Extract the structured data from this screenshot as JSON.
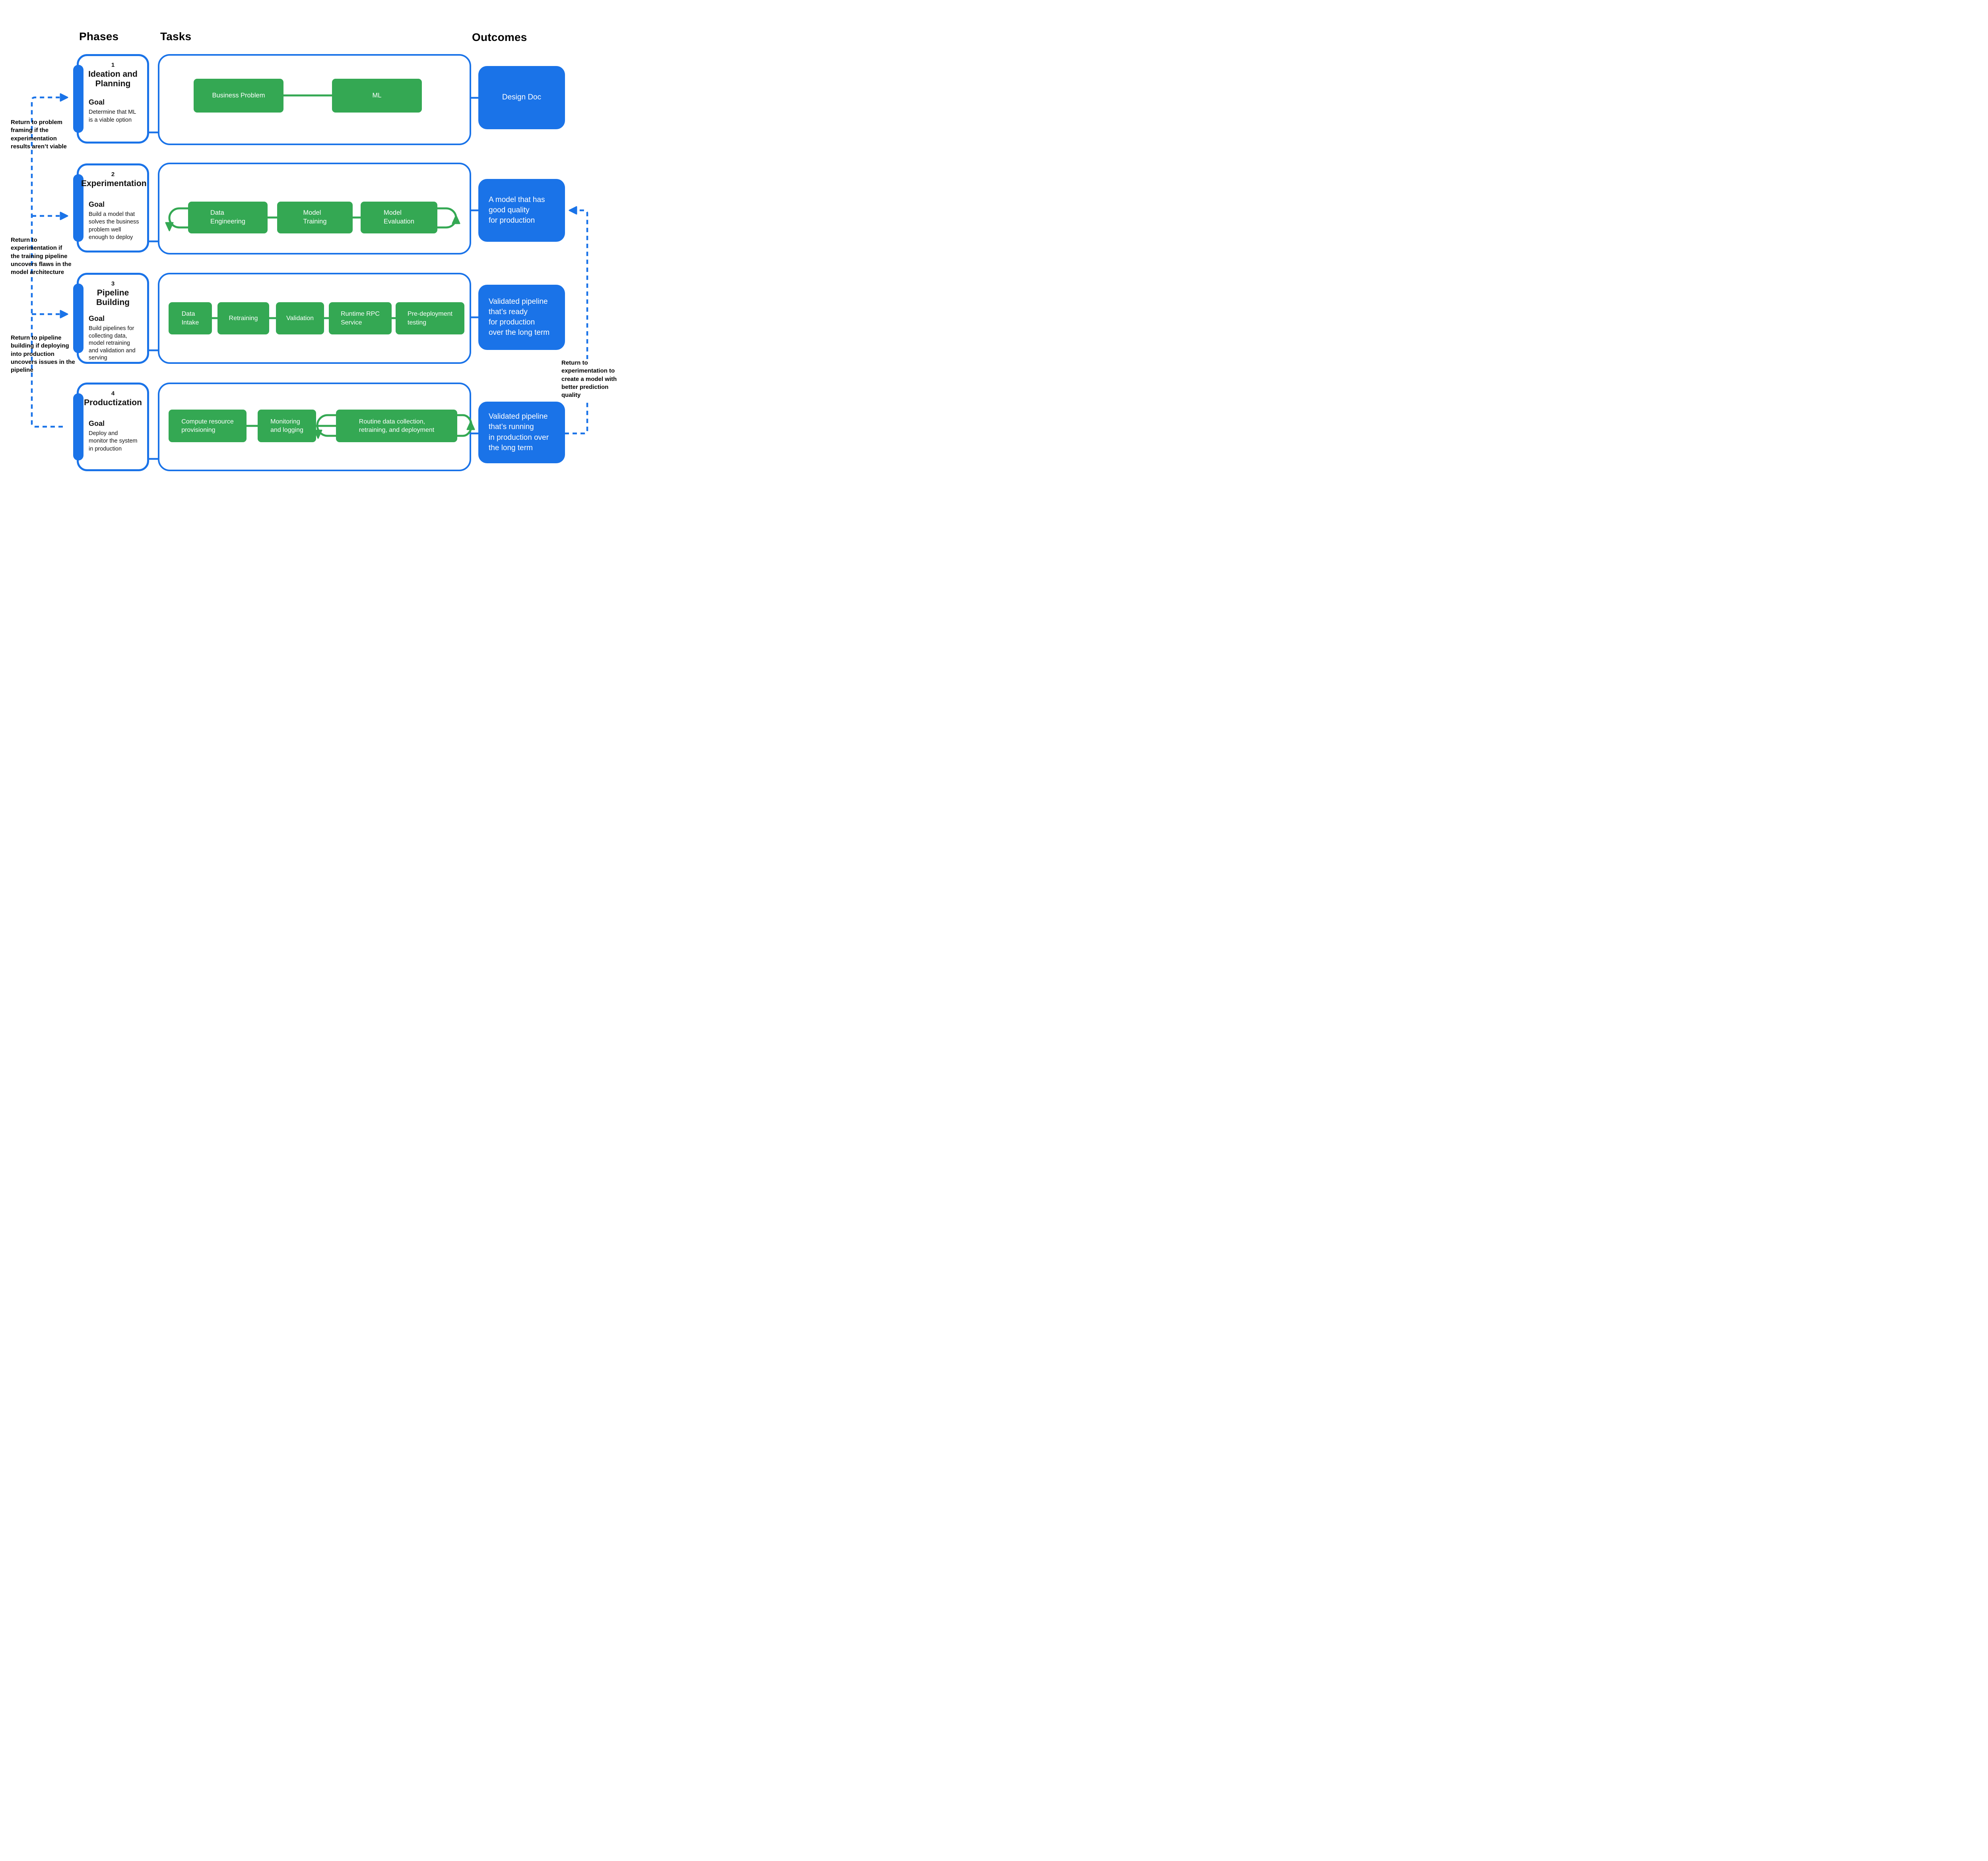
{
  "colors": {
    "blue": "#1a73e8",
    "green": "#34a853",
    "background": "#ffffff",
    "text": "#000000"
  },
  "headers": {
    "phases": "Phases",
    "tasks": "Tasks",
    "outcomes": "Outcomes"
  },
  "phases": [
    {
      "number": "1",
      "title": "Ideation and\nPlanning",
      "goal_label": "Goal",
      "goal_text": "Determine that ML\nis a viable option",
      "tasks": [
        "Business Problem",
        "ML"
      ],
      "outcome": "Design Doc"
    },
    {
      "number": "2",
      "title": "Experimentation",
      "goal_label": "Goal",
      "goal_text": "Build a model that\nsolves the business\nproblem well\nenough to deploy",
      "tasks": [
        "Data\nEngineering",
        "Model\nTraining",
        "Model\nEvaluation"
      ],
      "outcome": "A model that has\ngood quality\nfor production"
    },
    {
      "number": "3",
      "title": "Pipeline Building",
      "goal_label": "Goal",
      "goal_text": "Build pipelines for\ncollecting data,\nmodel retraining\nand validation and\nserving",
      "tasks": [
        "Data\nIntake",
        "Retraining",
        "Validation",
        "Runtime RPC\nService",
        "Pre-deployment\ntesting"
      ],
      "outcome": "Validated pipeline\nthat’s ready\nfor production\nover the long term"
    },
    {
      "number": "4",
      "title": "Productization",
      "goal_label": "Goal",
      "goal_text": "Deploy and\nmonitor the system\nin production",
      "tasks": [
        "Compute resource\nprovisioning",
        "Monitoring\nand logging",
        "Routine data collection,\nretraining, and deployment"
      ],
      "outcome": "Validated pipeline\nthat’s running\nin production over\nthe long term"
    }
  ],
  "annotations": {
    "left": [
      "Return to problem\nframing if the\nexperimentation\nresults aren’t viable",
      "Return to\nexperimentation if\nthe training pipeline\nuncovers flaws in the\nmodel architecture",
      "Return to pipeline\nbuilding if deploying\ninto production\nuncovers issues in the\npipeline"
    ],
    "right": "Return to\nexperimentation to\ncreate a model with\nbetter prediction\nquality"
  }
}
